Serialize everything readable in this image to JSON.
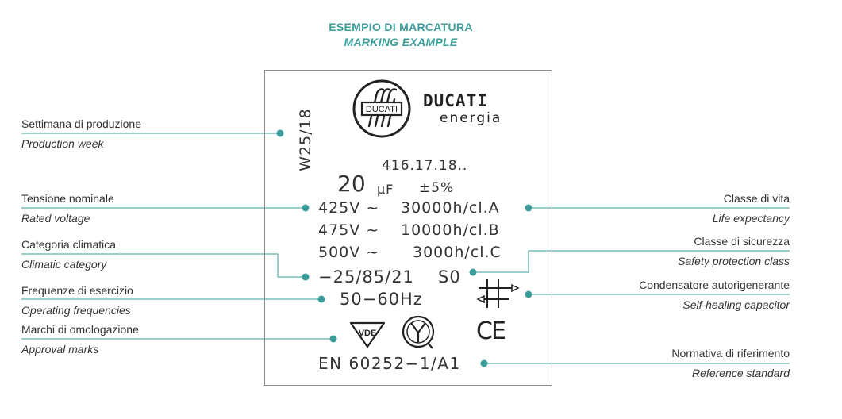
{
  "header": {
    "title_it": "ESEMPIO DI MARCATURA",
    "title_en": "MARKING EXAMPLE"
  },
  "brand": {
    "logo_text": "DUCATI",
    "name": "DUCATI",
    "sub": "energia"
  },
  "plate": {
    "week": "W25/18",
    "code": "416.17.18..",
    "capacitance_value": "20",
    "capacitance_unit": "μF",
    "tolerance": "±5%",
    "rows": [
      {
        "voltage": "425V ~",
        "life": "30000h/cl.A"
      },
      {
        "voltage": "475V ~",
        "life": "10000h/cl.B"
      },
      {
        "voltage": "500V ~",
        "life": "3000h/cl.C"
      }
    ],
    "climatic": "−25/85/21",
    "safety": "S0",
    "frequency": "50−60Hz",
    "vde": "VDE",
    "ce": "CE",
    "standard": "EN 60252−1/A1"
  },
  "left_labels": [
    {
      "it": "Settimana di produzione",
      "en": "Production week"
    },
    {
      "it": "Tensione nominale",
      "en": "Rated voltage"
    },
    {
      "it": "Categoria climatica",
      "en": "Climatic category"
    },
    {
      "it": "Frequenze di esercizio",
      "en": "Operating frequencies"
    },
    {
      "it": "Marchi di omologazione",
      "en": "Approval marks"
    }
  ],
  "right_labels": [
    {
      "it": "Classe di vita",
      "en": "Life expectancy"
    },
    {
      "it": "Classe di sicurezza",
      "en": "Safety protection class"
    },
    {
      "it": "Condensatore autorigenerante",
      "en": "Self-healing capacitor"
    },
    {
      "it": "Normativa di riferimento",
      "en": "Reference standard"
    }
  ],
  "colors": {
    "accent": "#3a9d9a",
    "text": "#333333",
    "border": "#8a8a8a"
  }
}
